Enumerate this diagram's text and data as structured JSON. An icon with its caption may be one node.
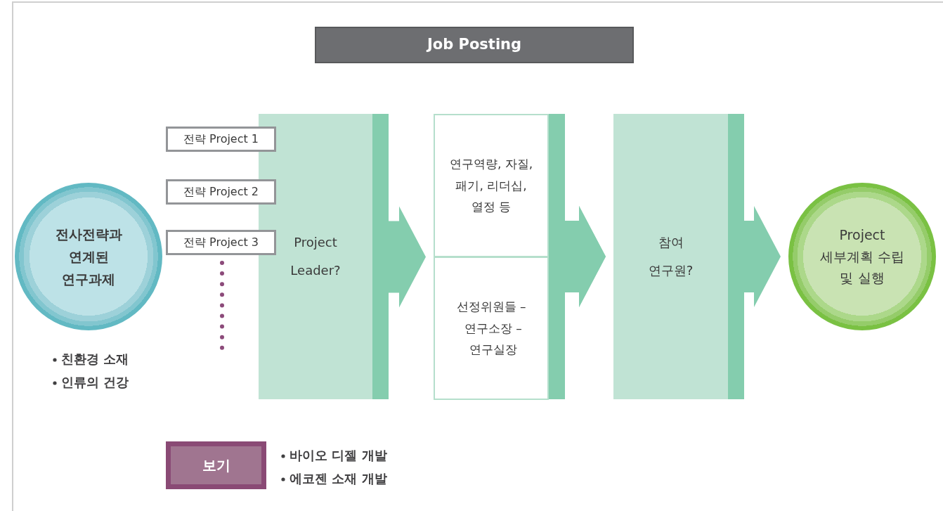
{
  "diagram": {
    "nodes": [
      {
        "text": [
          "Job Posting"
        ]
      },
      {
        "text": [
          "전사전략과 연계된 연구과제"
        ],
        "beside": [
          "친환경 소재",
          "인류의 건강"
        ]
      },
      {
        "text": [
          "전략 Project 1"
        ]
      },
      {
        "text": [
          "전략 Project 2"
        ]
      },
      {
        "text": [
          "전략 Project 3"
        ]
      },
      {
        "text": [
          "Project Leader?"
        ]
      },
      {
        "text": [
          "연구역량, 자질, 패기, 리더십, 열정 등"
        ]
      },
      {
        "text": [
          "선정위원들 – 연구소장 – 연구실장"
        ]
      },
      {
        "text": [
          "참여 연구원?"
        ]
      },
      {
        "text": [
          "Project 세부계획 수립 및 실행"
        ]
      },
      {
        "text": [
          "보기"
        ],
        "beside": [
          "바이오 디젤 개발",
          "에코젠 소재 개발"
        ]
      }
    ],
    "edges": [
      {
        "from": 5,
        "to": 6,
        "arrow": "to"
      },
      {
        "from": 5,
        "to": 7,
        "arrow": "to"
      },
      {
        "from": 6,
        "to": 8,
        "arrow": "to"
      },
      {
        "from": 7,
        "to": 8,
        "arrow": "to"
      },
      {
        "from": 8,
        "to": 9,
        "arrow": "to"
      }
    ]
  }
}
